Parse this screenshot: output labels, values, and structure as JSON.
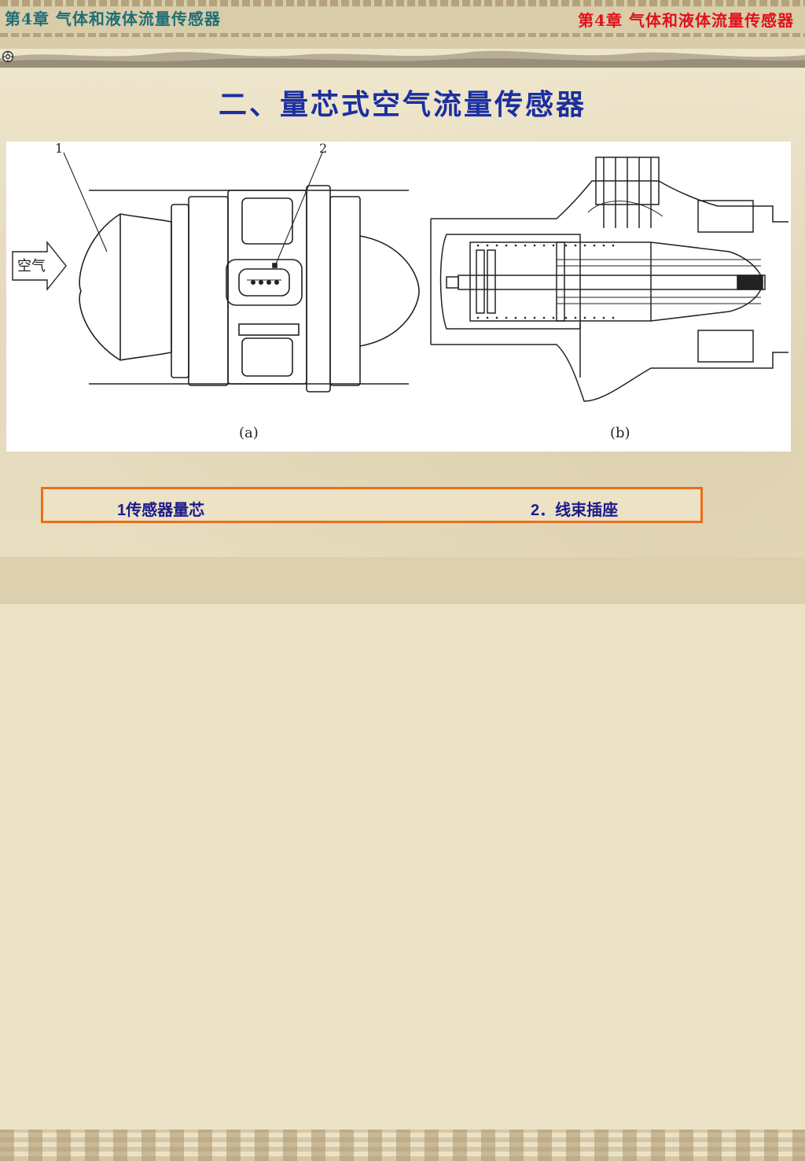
{
  "header": {
    "chapter_left": "第4章  气体和液体流量传感器",
    "chapter_right": "第4章  气体和液体流量传感器"
  },
  "slide": {
    "title": "二、量芯式空气流量传感器"
  },
  "figure": {
    "label_1": "1",
    "label_2": "2",
    "air_label": "空气",
    "sub_a": "(a)",
    "sub_b": "(b)"
  },
  "caption": {
    "item_1": "1传感器量芯",
    "item_2": "2．线束插座"
  },
  "colors": {
    "title": "#1b2fa0",
    "chapter_left": "#1e6e78",
    "chapter_right": "#e0121a",
    "caption_border": "#ec6d1c",
    "caption_text": "#1a1a8a"
  },
  "icons": {
    "nav": "gear-sound-icon"
  }
}
